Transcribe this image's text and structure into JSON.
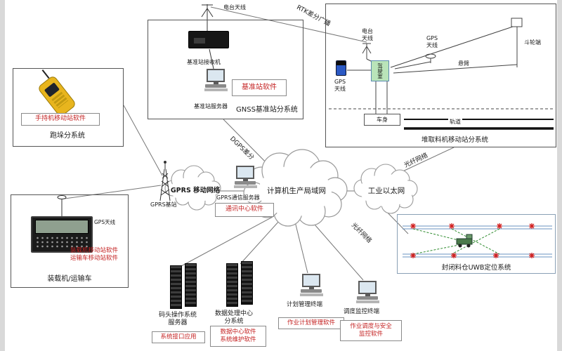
{
  "handheld": {
    "software": "手持机移动站软件",
    "title": "跑垛分系统"
  },
  "gnss": {
    "antenna": "电台天线",
    "receiver": "基准站接收机",
    "server": "基准站服务器",
    "software": "基准站软件",
    "title": "GNSS基准站分系统"
  },
  "stacker": {
    "rtk": "RTK差分广播",
    "antenna": "电台\n天线",
    "gps1": "GPS\n天线",
    "bucket": "斗轮端",
    "boom": "悬臂",
    "cabin": "驾驶室",
    "gps2": "GPS\n天线",
    "body": "车身",
    "track": "轨道",
    "title": "堆取料机移动站分系统"
  },
  "loader": {
    "antenna": "GPS天线",
    "software": "装载机移动站软件\n运输车移动站软件",
    "title": "装载机/运输车"
  },
  "gprs": {
    "network": "GPRS 移动网络",
    "station": "GPRS基站",
    "server": "GPRS通信服务器",
    "software": "通讯中心软件"
  },
  "network": {
    "lan": "计算机生产局域网",
    "ethernet": "工业以太网",
    "dgps": "DGPS差分",
    "fiber1": "光纤网络",
    "fiber2": "光纤网络"
  },
  "uwb": {
    "title": "封闭料仓UWB定位系统"
  },
  "bottom": {
    "tos_label": "码头操作系统\n服务器",
    "tos_software": "系统接口应用",
    "dpc_label": "数据处理中心\n分系统",
    "dpc_software": "数据中心软件\n系统维护软件",
    "plan_label": "计划管理终端",
    "plan_software": "作业计划管理软件",
    "dispatch_label": "调度监控终端",
    "dispatch_software": "作业调度与安全\n监控软件"
  },
  "colors": {
    "red": "#c42222",
    "line": "#777",
    "cloud": "#999",
    "blue_line": "#6a93c0",
    "green": "#2e8b2e"
  }
}
